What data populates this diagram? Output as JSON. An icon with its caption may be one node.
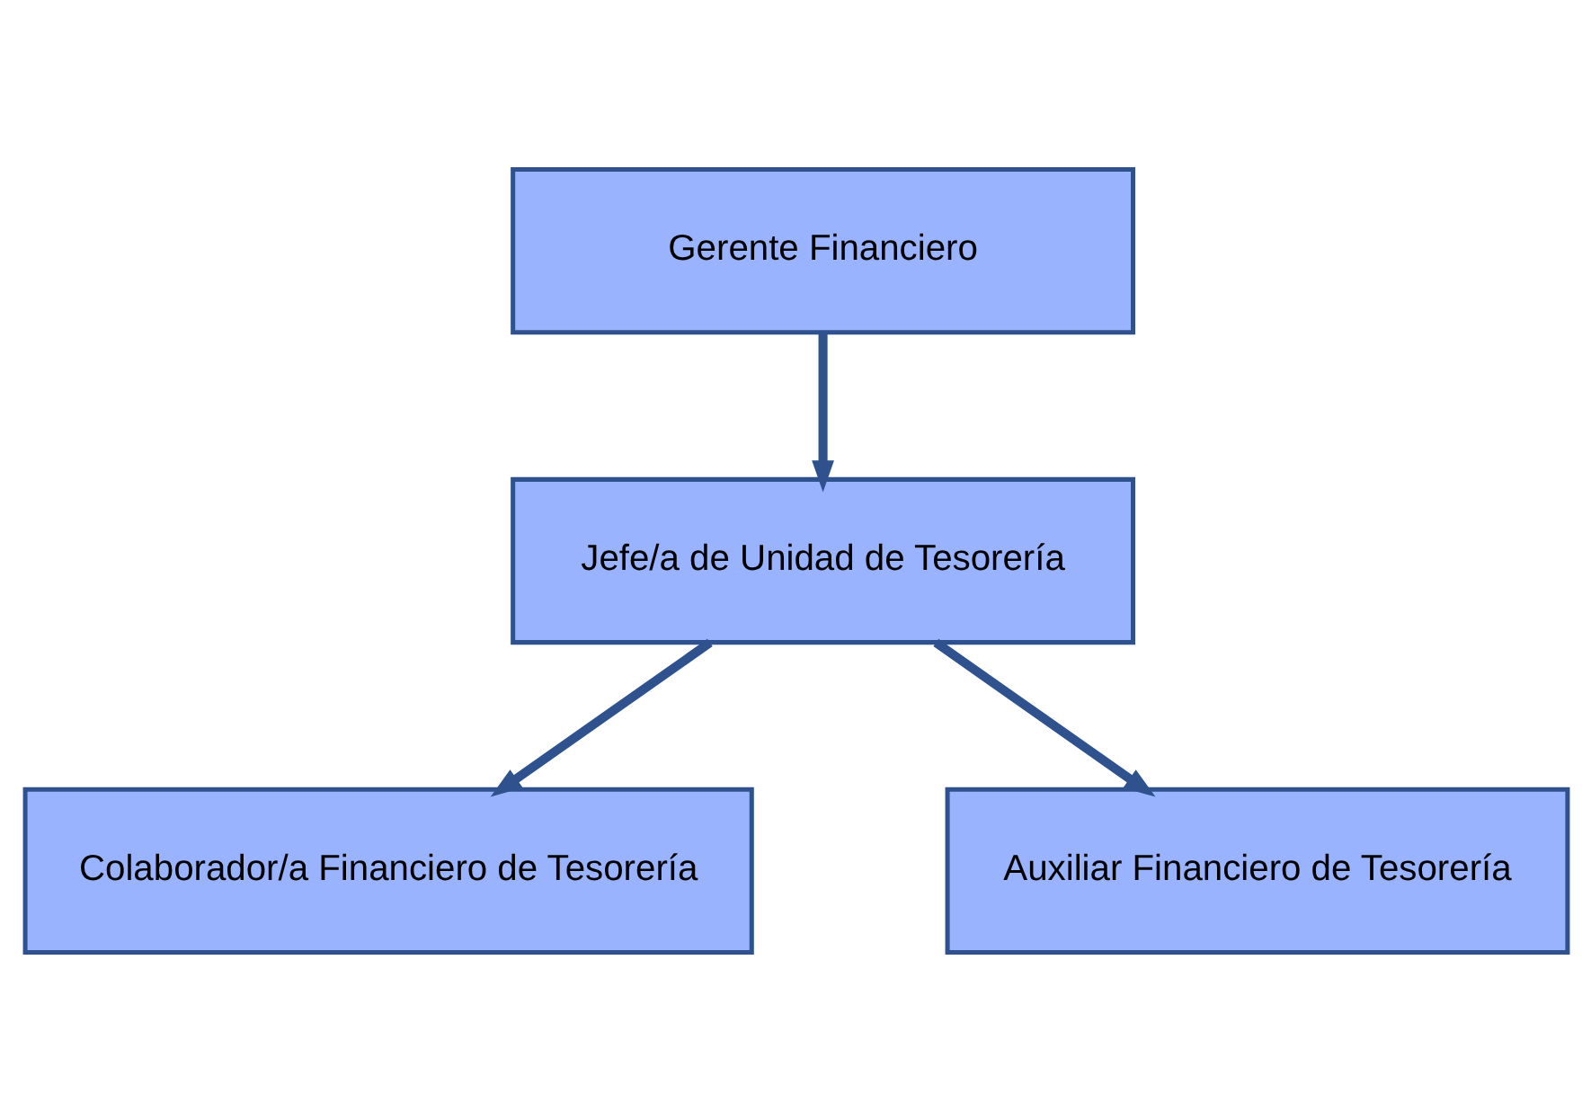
{
  "diagram": {
    "nodes": [
      {
        "text": [
          "Gerente Financiero"
        ]
      },
      {
        "text": [
          "Jefe/a de Unidad de Tesorería"
        ]
      },
      {
        "text": [
          "Colaborador/a Financiero de Tesorería"
        ]
      },
      {
        "text": [
          "Auxiliar Financiero de Tesorería"
        ]
      }
    ],
    "edges": [
      {
        "from": 0,
        "to": 1,
        "arrow": "to"
      },
      {
        "from": 1,
        "to": 2,
        "arrow": "to"
      },
      {
        "from": 1,
        "to": 3,
        "arrow": "to"
      }
    ]
  }
}
